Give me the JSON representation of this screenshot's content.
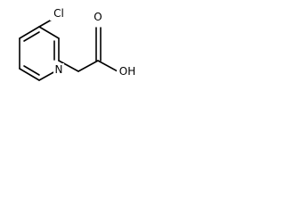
{
  "molecule": {
    "atoms": {
      "chlorine": "Cl",
      "nitrogen": "N",
      "carbonyl_oxygen": "O",
      "hydroxyl": "OH"
    }
  }
}
